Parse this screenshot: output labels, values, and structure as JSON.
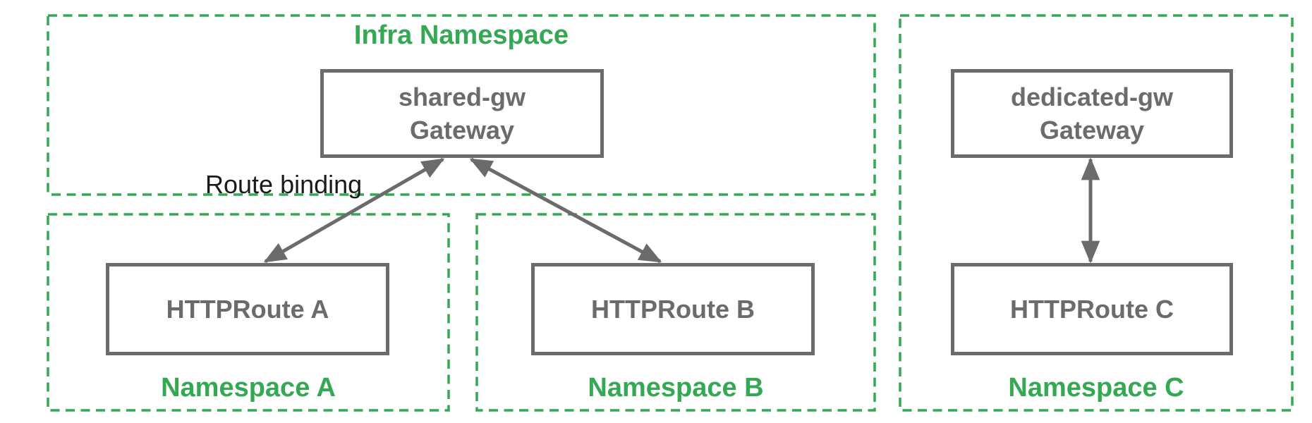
{
  "namespaces": [
    {
      "name": "infra",
      "label": "Infra Namespace"
    },
    {
      "name": "namespace-a",
      "label": "Namespace A"
    },
    {
      "name": "namespace-b",
      "label": "Namespace B"
    },
    {
      "name": "namespace-c",
      "label": "Namespace C"
    }
  ],
  "nodes": [
    {
      "name": "shared-gw",
      "line1": "shared-gw",
      "line2": "Gateway"
    },
    {
      "name": "httproute-a",
      "label": "HTTPRoute A"
    },
    {
      "name": "httproute-b",
      "label": "HTTPRoute B"
    },
    {
      "name": "dedicated-gw",
      "line1": "dedicated-gw",
      "line2": "Gateway"
    },
    {
      "name": "httproute-c",
      "label": "HTTPRoute C"
    }
  ],
  "edges": [
    {
      "from": "httproute-a",
      "to": "shared-gw",
      "label": "Route binding",
      "style": "double-headed-arrow"
    },
    {
      "from": "httproute-b",
      "to": "shared-gw",
      "label": "",
      "style": "double-headed-arrow"
    },
    {
      "from": "httproute-c",
      "to": "dedicated-gw",
      "label": "",
      "style": "double-headed-arrow"
    }
  ],
  "colors": {
    "namespace_green": "#34A853",
    "node_gray": "#6b6b6b",
    "annotation_black": "#1a1a1a",
    "background": "#ffffff"
  }
}
